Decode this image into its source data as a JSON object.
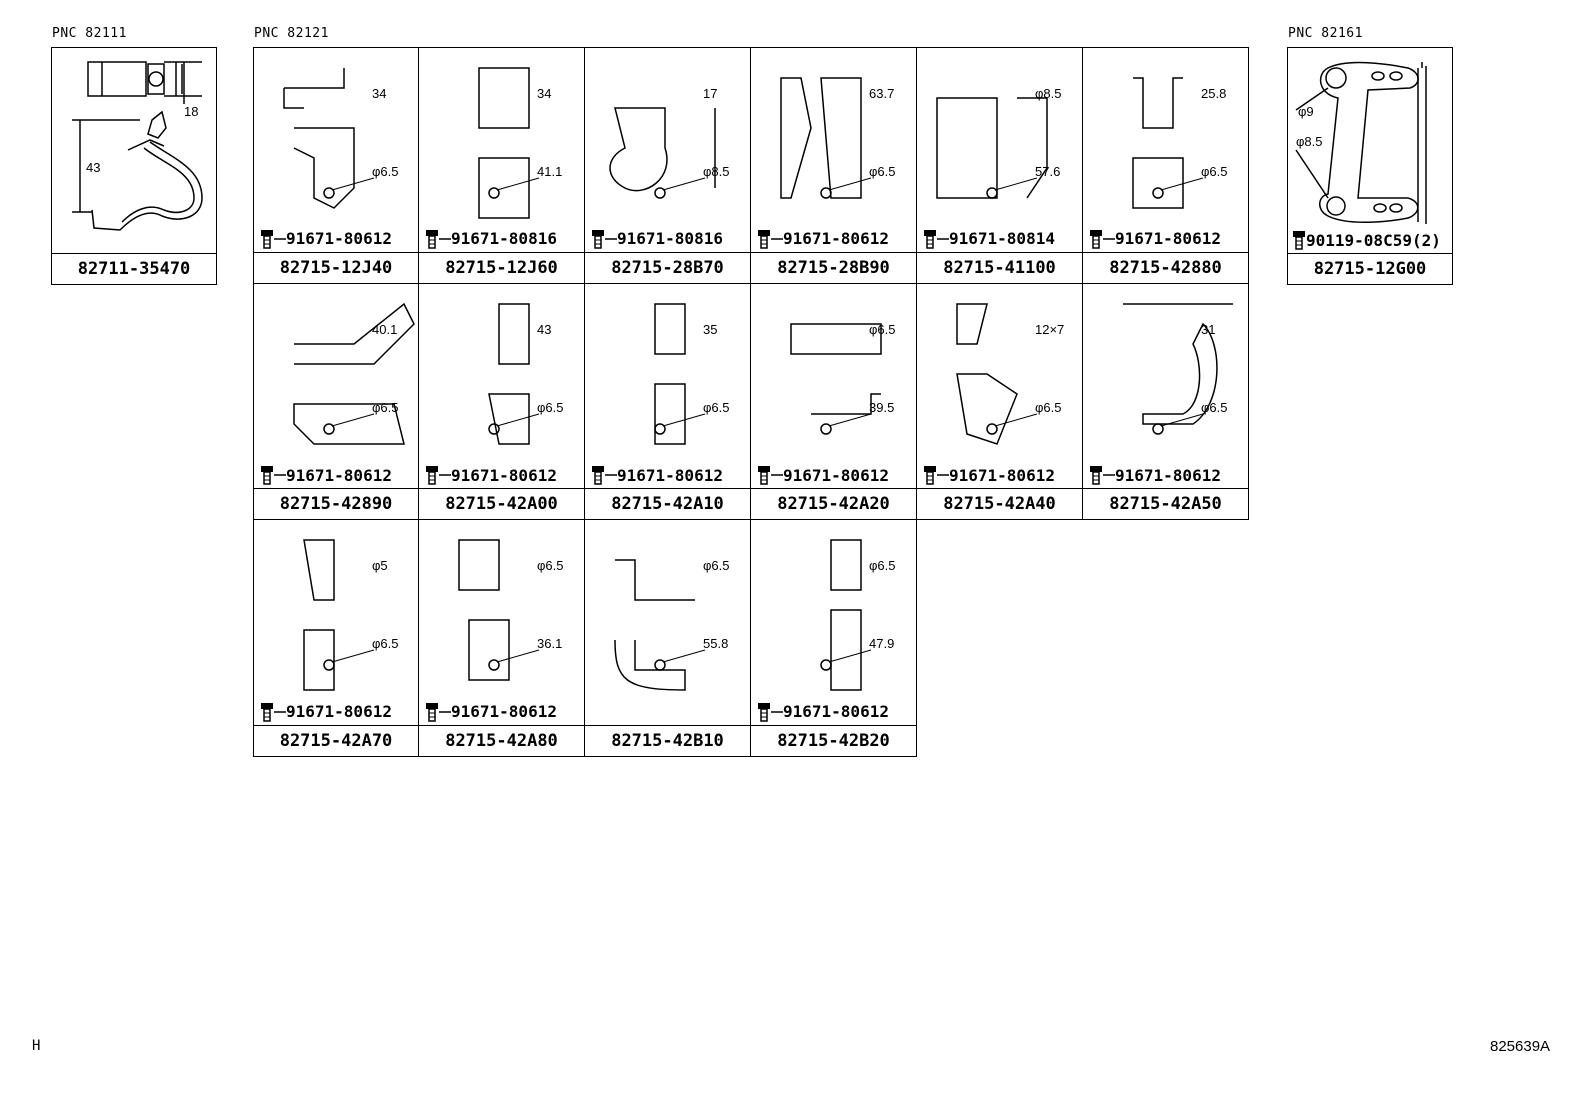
{
  "pnc_labels": {
    "left": "PNC 82111",
    "middle": "PNC 82121",
    "right": "PNC 82161"
  },
  "footer": {
    "left_letter": "H",
    "figure_code": "825639A"
  },
  "left_panel": {
    "part": "82711-35470",
    "dims": [
      "18",
      "43"
    ]
  },
  "right_panel": {
    "part": "82715-12G00",
    "bolt": "90119-08C59(2)",
    "dims": [
      "φ9",
      "φ8.5"
    ]
  },
  "cells": [
    {
      "part": "82715-12J40",
      "bolt": "91671-80612",
      "dims": [
        "34",
        "φ6.5"
      ]
    },
    {
      "part": "82715-12J60",
      "bolt": "91671-80816",
      "dims": [
        "34",
        "41.1"
      ]
    },
    {
      "part": "82715-28B70",
      "bolt": "91671-80816",
      "dims": [
        "17",
        "φ8.5"
      ]
    },
    {
      "part": "82715-28B90",
      "bolt": "91671-80612",
      "dims": [
        "63.7",
        "φ6.5"
      ]
    },
    {
      "part": "82715-41100",
      "bolt": "91671-80814",
      "dims": [
        "φ8.5",
        "57.6"
      ]
    },
    {
      "part": "82715-42880",
      "bolt": "91671-80612",
      "dims": [
        "25.8",
        "φ6.5"
      ]
    },
    {
      "part": "82715-42890",
      "bolt": "91671-80612",
      "dims": [
        "40.1",
        "φ6.5"
      ]
    },
    {
      "part": "82715-42A00",
      "bolt": "91671-80612",
      "dims": [
        "43",
        "φ6.5"
      ]
    },
    {
      "part": "82715-42A10",
      "bolt": "91671-80612",
      "dims": [
        "35",
        "φ6.5"
      ]
    },
    {
      "part": "82715-42A20",
      "bolt": "91671-80612",
      "dims": [
        "φ6.5",
        "39.5"
      ]
    },
    {
      "part": "82715-42A40",
      "bolt": "91671-80612",
      "dims": [
        "12×7",
        "φ6.5"
      ]
    },
    {
      "part": "82715-42A50",
      "bolt": "91671-80612",
      "dims": [
        "31",
        "φ6.5"
      ]
    },
    {
      "part": "82715-42A70",
      "bolt": "91671-80612",
      "dims": [
        "φ5",
        "φ6.5"
      ]
    },
    {
      "part": "82715-42A80",
      "bolt": "91671-80612",
      "dims": [
        "φ6.5",
        "36.1"
      ]
    },
    {
      "part": "82715-42B10",
      "bolt": "",
      "dims": [
        "φ6.5",
        "55.8"
      ]
    },
    {
      "part": "82715-42B20",
      "bolt": "91671-80612",
      "dims": [
        "φ6.5",
        "47.9"
      ]
    }
  ]
}
